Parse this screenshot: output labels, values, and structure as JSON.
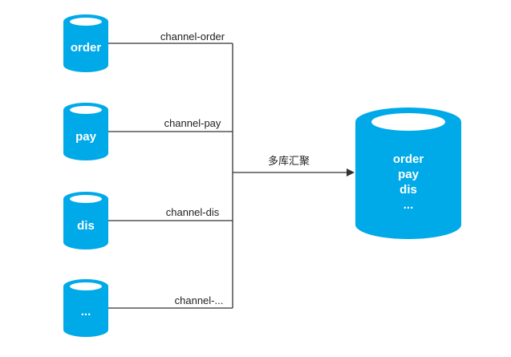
{
  "colors": {
    "cylinder": "#00a9e8",
    "cylinder_top": "#ffffff",
    "line": "#333333"
  },
  "sources": [
    {
      "label": "order",
      "channel": "channel-order"
    },
    {
      "label": "pay",
      "channel": "channel-pay"
    },
    {
      "label": "dis",
      "channel": "channel-dis"
    },
    {
      "label": "...",
      "channel": "channel-..."
    }
  ],
  "aggregate_label": "多库汇聚",
  "target": {
    "lines": [
      "order",
      "pay",
      "dis",
      "..."
    ]
  }
}
